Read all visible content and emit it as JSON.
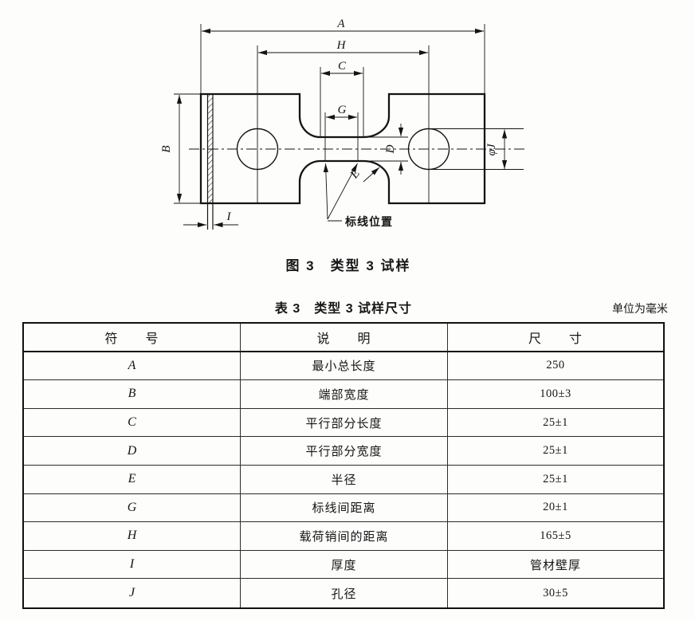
{
  "figure": {
    "caption": "图 3　类型 3 试样",
    "dim_labels": {
      "A": "A",
      "H": "H",
      "C": "C",
      "G": "G",
      "B": "B",
      "D": "D",
      "E": "E",
      "I": "I",
      "J": "φJ"
    },
    "gauge_note": "标线位置"
  },
  "table": {
    "title": "表 3　类型 3 试样尺寸",
    "unit_note": "单位为毫米",
    "headers": {
      "symbol": "符　　号",
      "description": "说　　明",
      "dimension": "尺　　寸"
    },
    "rows": [
      {
        "symbol": "A",
        "description": "最小总长度",
        "dimension": "250"
      },
      {
        "symbol": "B",
        "description": "端部宽度",
        "dimension": "100±3"
      },
      {
        "symbol": "C",
        "description": "平行部分长度",
        "dimension": "25±1"
      },
      {
        "symbol": "D",
        "description": "平行部分宽度",
        "dimension": "25±1"
      },
      {
        "symbol": "E",
        "description": "半径",
        "dimension": "25±1"
      },
      {
        "symbol": "G",
        "description": "标线间距离",
        "dimension": "20±1"
      },
      {
        "symbol": "H",
        "description": "载荷销间的距离",
        "dimension": "165±5"
      },
      {
        "symbol": "I",
        "description": "厚度",
        "dimension": "管材壁厚"
      },
      {
        "symbol": "J",
        "description": "孔径",
        "dimension": "30±5"
      }
    ]
  }
}
